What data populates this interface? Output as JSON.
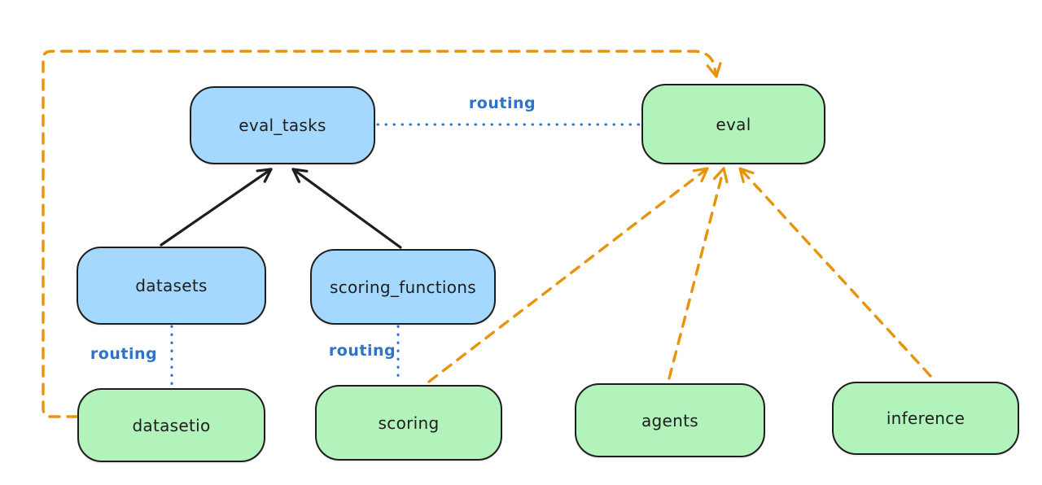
{
  "diagram": {
    "background_color": "#ffffff",
    "colors": {
      "api_box_fill": "#a5d8ff",
      "provider_box_fill": "#b2f2bb",
      "box_stroke": "#1e1e1e",
      "routing_blue": "#2e73c8",
      "dashed_orange": "#e8930c",
      "solid_black": "#1e1e1e"
    },
    "nodes": {
      "eval_tasks": {
        "label": "eval_tasks",
        "type": "api"
      },
      "eval": {
        "label": "eval",
        "type": "provider"
      },
      "datasets": {
        "label": "datasets",
        "type": "api"
      },
      "scoring_functions": {
        "label": "scoring_functions",
        "type": "api"
      },
      "datasetio": {
        "label": "datasetio",
        "type": "provider"
      },
      "scoring": {
        "label": "scoring",
        "type": "provider"
      },
      "agents": {
        "label": "agents",
        "type": "provider"
      },
      "inference": {
        "label": "inference",
        "type": "provider"
      }
    },
    "edge_labels": {
      "eval_tasks_to_eval": "routing",
      "datasets_to_datasetio": "routing",
      "scoring_functions_to_scoring": "routing"
    },
    "edges": [
      {
        "from": "datasets",
        "to": "eval_tasks",
        "style": "solid",
        "color": "#1e1e1e",
        "arrow": true
      },
      {
        "from": "scoring_functions",
        "to": "eval_tasks",
        "style": "solid",
        "color": "#1e1e1e",
        "arrow": true
      },
      {
        "from": "eval_tasks",
        "to": "eval",
        "style": "dotted",
        "color": "#2e73c8",
        "arrow": false,
        "label": "routing"
      },
      {
        "from": "datasets",
        "to": "datasetio",
        "style": "dotted",
        "color": "#2e73c8",
        "arrow": false,
        "label": "routing"
      },
      {
        "from": "scoring_functions",
        "to": "scoring",
        "style": "dotted",
        "color": "#2e73c8",
        "arrow": false,
        "label": "routing"
      },
      {
        "from": "datasetio",
        "to": "eval",
        "style": "dashed",
        "color": "#e8930c",
        "arrow": true
      },
      {
        "from": "scoring",
        "to": "eval",
        "style": "dashed",
        "color": "#e8930c",
        "arrow": true
      },
      {
        "from": "agents",
        "to": "eval",
        "style": "dashed",
        "color": "#e8930c",
        "arrow": true
      },
      {
        "from": "inference",
        "to": "eval",
        "style": "dashed",
        "color": "#e8930c",
        "arrow": true
      }
    ]
  }
}
